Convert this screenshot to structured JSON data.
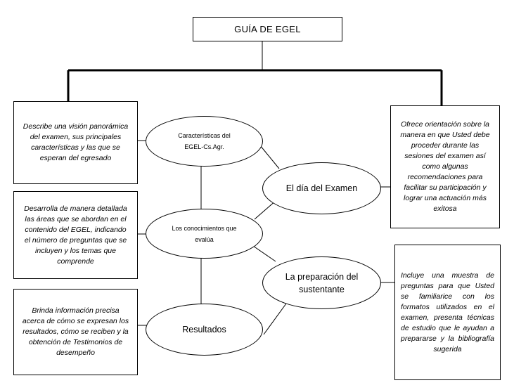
{
  "title": "GUÍA DE EGEL",
  "nodes": {
    "caracteristicas": "Características del EGEL-Cs.Agr.",
    "dia_examen": "El día del Examen",
    "conocimientos": "Los conocimientos que evalúa",
    "preparacion": "La preparación del sustentante",
    "resultados": "Resultados"
  },
  "descriptions": {
    "caracteristicas": "Describe  una visión panorámica del examen, sus principales características y las que se esperan del egresado",
    "conocimientos": "Desarrolla de manera detallada las áreas que se abordan en el contenido del EGEL, indicando el número de preguntas que se incluyen y  los temas que comprende",
    "resultados": "Brinda información precisa acerca de cómo se expresan los resultados, cómo se reciben y la obtención de Testimonios de desempeño",
    "dia_examen": "Ofrece orientación sobre la manera en que Usted debe proceder durante las sesiones del examen así como algunas recomendaciones para facilitar su participación y lograr una actuación más exitosa",
    "preparacion": "Incluye una muestra de preguntas para que Usted se familiarice con los formatos utilizados en el examen, presenta técnicas de estudio que le ayudan a prepararse y la bibliografía sugerida"
  }
}
